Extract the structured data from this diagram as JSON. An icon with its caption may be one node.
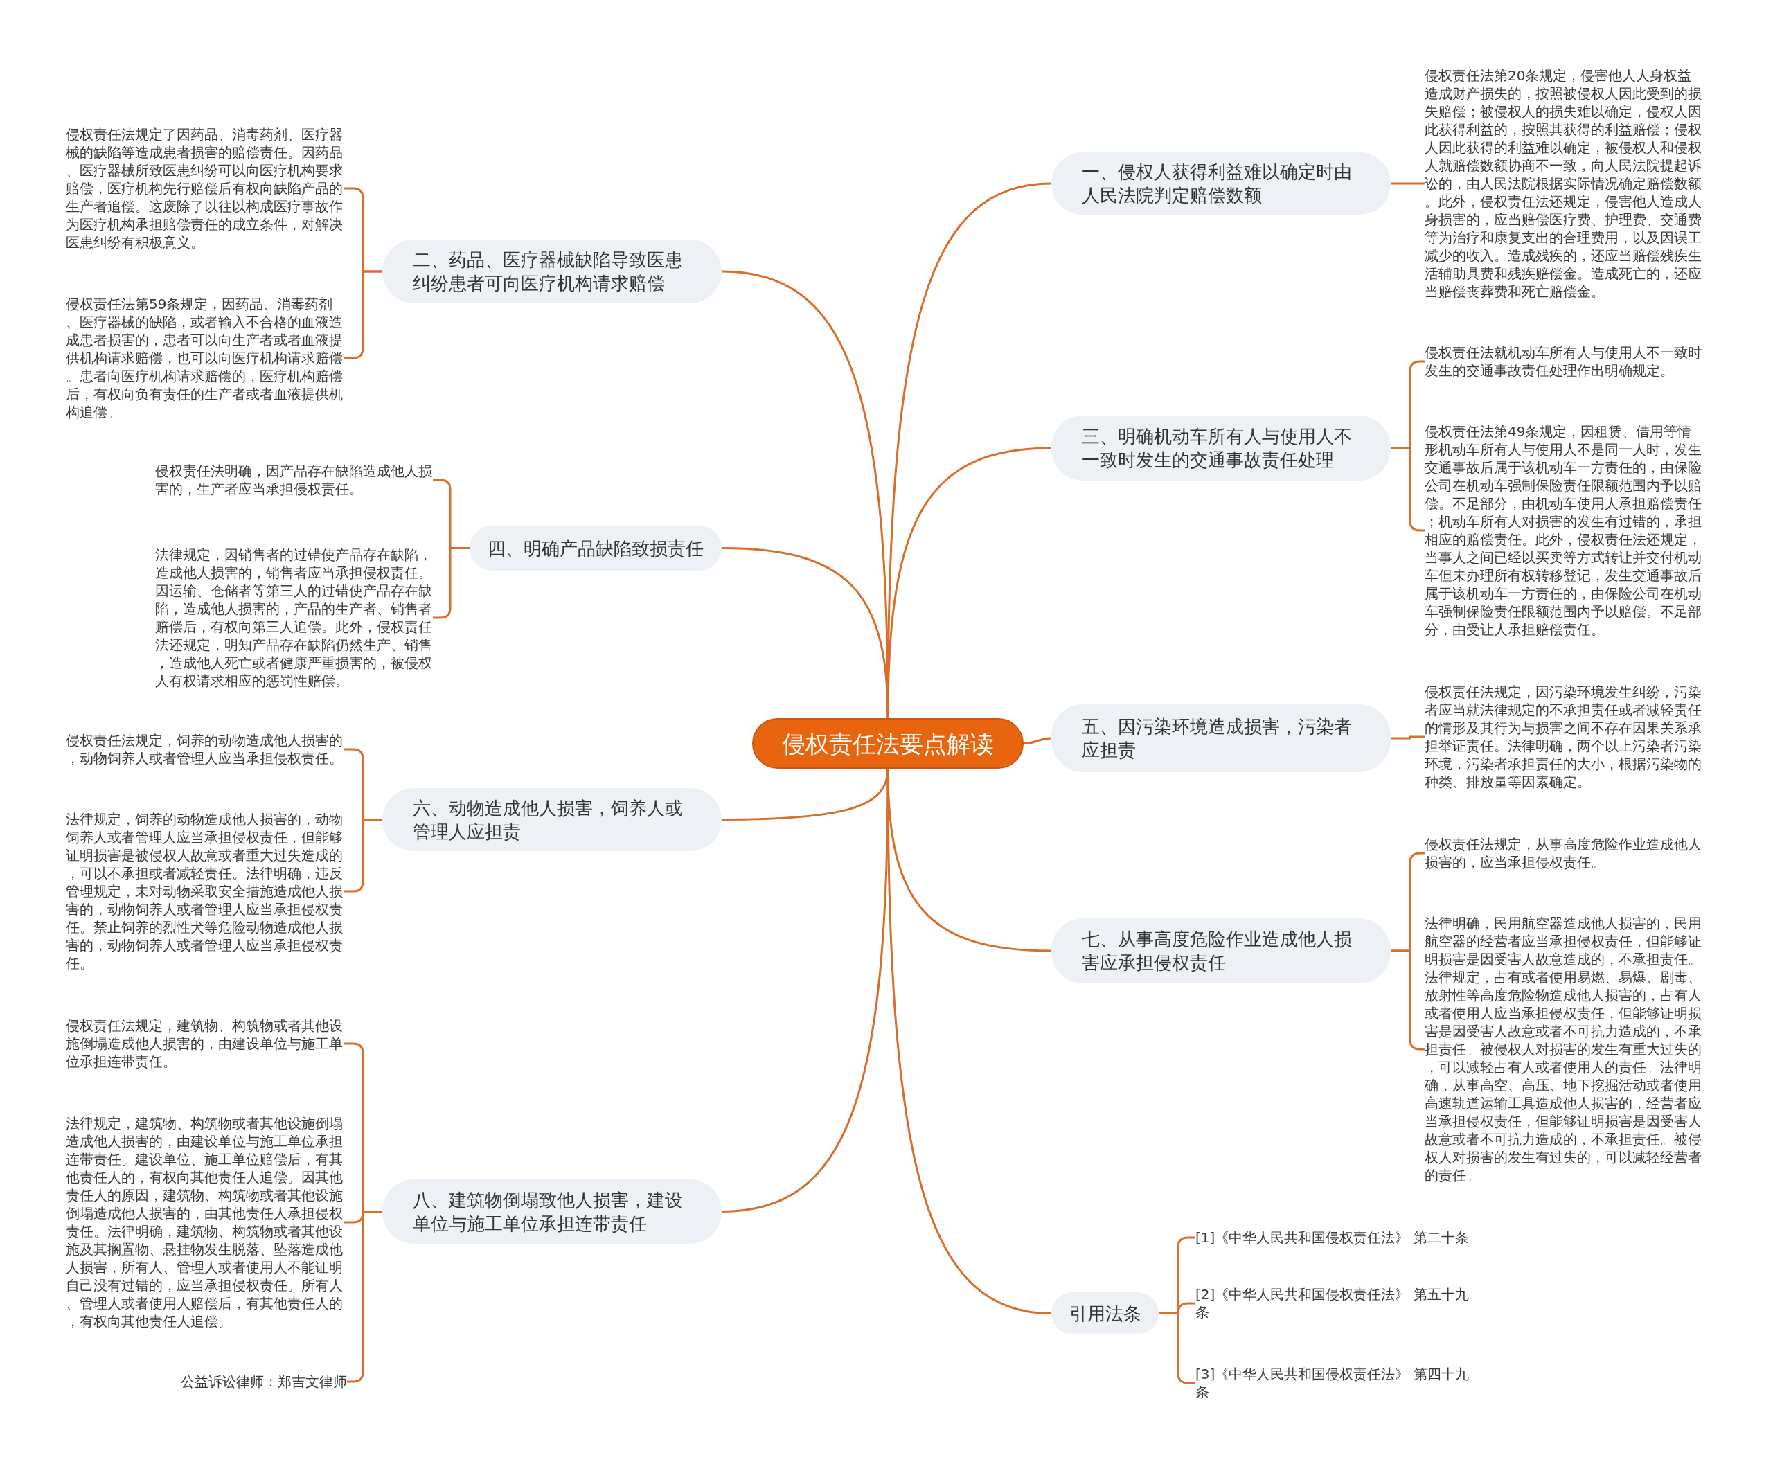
{
  "diagram": {
    "nodes": [
      {
        "text": [
          "侵权责任法要点解读"
        ]
      },
      {
        "text": [
          "一、侵权人获得利益难以确定时由人民法院判定赔偿数额"
        ]
      },
      {
        "text": [
          "侵权责任法第20条规定，侵害他人人身权益造成财产损失的，按照被侵权人因此受到的损失赔偿；被侵权人的损失难以确定，侵权人因此获得利益的，按照其获得的利益赔偿；侵权人因此获得的利益难以确定，被侵权人和侵权人就赔偿数额协商不一致，向人民法院提起诉讼的，由人民法院根据实际情况确定赔偿数额。此外，侵权责任法还规定，侵害他人造成人身损害的，应当赔偿医疗费、护理费、交通费等为治疗和康复支出的合理费用，以及因误工减少的收入。造成残疾的，还应当赔偿残疾生活辅助具费和残疾赔偿金。造成死亡的，还应当赔偿丧葬费和死亡赔偿金。"
        ]
      },
      {
        "text": [
          "二、药品、医疗器械缺陷导致医患纠纷患者可向医疗机构请求赔偿"
        ]
      },
      {
        "text": [
          "侵权责任法规定了因药品、消毒药剂、医疗器械的缺陷等造成患者损害的赔偿责任。因药品、医疗器械所致医患纠纷可以向医疗机构要求赔偿，医疗机构先行赔偿后有权向缺陷产品的生产者追偿。这废除了以往以构成医疗事故作为医疗机构承担赔偿责任的成立条件，对解决医患纠纷有积极意义。"
        ]
      },
      {
        "text": [
          "侵权责任法第59条规定，因药品、消毒药剂、医疗器械的缺陷，或者输入不合格的血液造成患者损害的，患者可以向生产者或者血液提供机构请求赔偿，也可以向医疗机构请求赔偿。患者向医疗机构请求赔偿的，医疗机构赔偿后，有权向负有责任的生产者或者血液提供机构追偿。"
        ]
      },
      {
        "text": [
          "三、明确机动车所有人与使用人不一致时发生的交通事故责任处理"
        ]
      },
      {
        "text": [
          "侵权责任法就机动车所有人与使用人不一致时发生的交通事故责任处理作出明确规定。"
        ]
      },
      {
        "text": [
          "侵权责任法第49条规定，因租赁、借用等情形机动车所有人与使用人不是同一人时，发生交通事故后属于该机动车一方责任的，由保险公司在机动车强制保险责任限额范围内予以赔偿。不足部分，由机动车使用人承担赔偿责任；机动车所有人对损害的发生有过错的，承担相应的赔偿责任。此外，侵权责任法还规定，当事人之间已经以买卖等方式转让并交付机动车但未办理所有权转移登记，发生交通事故后属于该机动车一方责任的，由保险公司在机动车强制保险责任限额范围内予以赔偿。不足部分，由受让人承担赔偿责任。"
        ]
      },
      {
        "text": [
          "四、明确产品缺陷致损责任"
        ]
      },
      {
        "text": [
          "侵权责任法明确，因产品存在缺陷造成他人损害的，生产者应当承担侵权责任。"
        ]
      },
      {
        "text": [
          "法律规定，因销售者的过错使产品存在缺陷，造成他人损害的，销售者应当承担侵权责任。因运输、仓储者等第三人的过错使产品存在缺陷，造成他人损害的，产品的生产者、销售者赔偿后，有权向第三人追偿。此外，侵权责任法还规定，明知产品存在缺陷仍然生产、销售，造成他人死亡或者健康严重损害的，被侵权人有权请求相应的惩罚性赔偿。"
        ]
      },
      {
        "text": [
          "五、因污染环境造成损害，污染者应担责"
        ]
      },
      {
        "text": [
          "侵权责任法规定，因污染环境发生纠纷，污染者应当就法律规定的不承担责任或者减轻责任的情形及其行为与损害之间不存在因果关系承担举证责任。法律明确，两个以上污染者污染环境，污染者承担责任的大小，根据污染物的种类、排放量等因素确定。"
        ]
      },
      {
        "text": [
          "六、动物造成他人损害，饲养人或管理人应担责"
        ]
      },
      {
        "text": [
          "侵权责任法规定，饲养的动物造成他人损害的，动物饲养人或者管理人应当承担侵权责任。"
        ]
      },
      {
        "text": [
          "法律规定，饲养的动物造成他人损害的，动物饲养人或者管理人应当承担侵权责任，但能够证明损害是被侵权人故意或者重大过失造成的，可以不承担或者减轻责任。法律明确，违反管理规定，未对动物采取安全措施造成他人损害的，动物饲养人或者管理人应当承担侵权责任。禁止饲养的烈性犬等危险动物造成他人损害的，动物饲养人或者管理人应当承担侵权责任。"
        ]
      },
      {
        "text": [
          "七、从事高度危险作业造成他人损害应承担侵权责任"
        ]
      },
      {
        "text": [
          "侵权责任法规定，从事高度危险作业造成他人损害的，应当承担侵权责任。"
        ]
      },
      {
        "text": [
          "法律明确，民用航空器造成他人损害的，民用航空器的经营者应当承担侵权责任，但能够证明损害是因受害人故意造成的，不承担责任。法律规定，占有或者使用易燃、易爆、剧毒、放射性等高度危险物造成他人损害的，占有人或者使用人应当承担侵权责任，但能够证明损害是因受害人故意或者不可抗力造成的，不承担责任。被侵权人对损害的发生有重大过失的，可以减轻占有人或者使用人的责任。法律明确，从事高空、高压、地下挖掘活动或者使用高速轨道运输工具造成他人损害的，经营者应当承担侵权责任，但能够证明损害是因受害人故意或者不可抗力造成的，不承担责任。被侵权人对损害的发生有过失的，可以减轻经营者的责任。"
        ]
      },
      {
        "text": [
          "八、建筑物倒塌致他人损害，建设单位与施工单位承担连带责任"
        ]
      },
      {
        "text": [
          "侵权责任法规定，建筑物、构筑物或者其他设施倒塌造成他人损害的，由建设单位与施工单位承担连带责任。"
        ]
      },
      {
        "text": [
          "法律规定，建筑物、构筑物或者其他设施倒塌造成他人损害的，由建设单位与施工单位承担连带责任。建设单位、施工单位赔偿后，有其他责任人的，有权向其他责任人追偿。因其他责任人的原因，建筑物、构筑物或者其他设施倒塌造成他人损害的，由其他责任人承担侵权责任。法律明确，建筑物、构筑物或者其他设施及其搁置物、悬挂物发生脱落、坠落造成他人损害，所有人、管理人或者使用人不能证明自己没有过错的，应当承担侵权责任。所有人、管理人或者使用人赔偿后，有其他责任人的，有权向其他责任人追偿。"
        ]
      },
      {
        "text": [
          "公益诉讼律师：郑吉文律师"
        ]
      },
      {
        "text": [
          "引用法条"
        ]
      },
      {
        "text": [
          "[1]《中华人民共和国侵权责任法》 第二十条"
        ]
      },
      {
        "text": [
          "[2]《中华人民共和国侵权责任法》 第五十九条"
        ]
      },
      {
        "text": [
          "[3]《中华人民共和国侵权责任法》 第四十九条"
        ]
      }
    ],
    "edges": [
      {
        "from": 0,
        "to": 1,
        "arrow": "none"
      },
      {
        "from": 0,
        "to": 3,
        "arrow": "none"
      },
      {
        "from": 0,
        "to": 6,
        "arrow": "none"
      },
      {
        "from": 0,
        "to": 9,
        "arrow": "none"
      },
      {
        "from": 0,
        "to": 12,
        "arrow": "none"
      },
      {
        "from": 0,
        "to": 14,
        "arrow": "none"
      },
      {
        "from": 0,
        "to": 17,
        "arrow": "none"
      },
      {
        "from": 0,
        "to": 20,
        "arrow": "none"
      },
      {
        "from": 0,
        "to": 24,
        "arrow": "none"
      },
      {
        "from": 1,
        "to": 2,
        "arrow": "none"
      },
      {
        "from": 3,
        "to": 4,
        "arrow": "none"
      },
      {
        "from": 3,
        "to": 5,
        "arrow": "none"
      },
      {
        "from": 6,
        "to": 7,
        "arrow": "none"
      },
      {
        "from": 6,
        "to": 8,
        "arrow": "none"
      },
      {
        "from": 9,
        "to": 10,
        "arrow": "none"
      },
      {
        "from": 9,
        "to": 11,
        "arrow": "none"
      },
      {
        "from": 12,
        "to": 13,
        "arrow": "none"
      },
      {
        "from": 14,
        "to": 15,
        "arrow": "none"
      },
      {
        "from": 14,
        "to": 16,
        "arrow": "none"
      },
      {
        "from": 17,
        "to": 18,
        "arrow": "none"
      },
      {
        "from": 17,
        "to": 19,
        "arrow": "none"
      },
      {
        "from": 20,
        "to": 21,
        "arrow": "none"
      },
      {
        "from": 20,
        "to": 22,
        "arrow": "none"
      },
      {
        "from": 20,
        "to": 23,
        "arrow": "none"
      },
      {
        "from": 24,
        "to": 25,
        "arrow": "none"
      },
      {
        "from": 24,
        "to": 26,
        "arrow": "none"
      },
      {
        "from": 24,
        "to": 27,
        "arrow": "none"
      }
    ]
  }
}
